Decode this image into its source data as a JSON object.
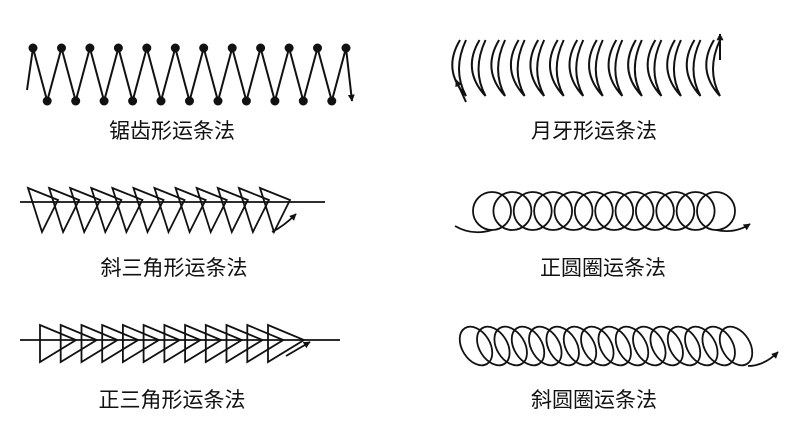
{
  "labels": {
    "sawtooth": "锯齿形运条法",
    "crescent": "月牙形运条法",
    "oblique_triangle": "斜三角形运条法",
    "circle": "正圆圈运条法",
    "right_triangle": "正三角形运条法",
    "oblique_circle": "斜圆圈运条法"
  },
  "colors": {
    "stroke": "#111111"
  }
}
